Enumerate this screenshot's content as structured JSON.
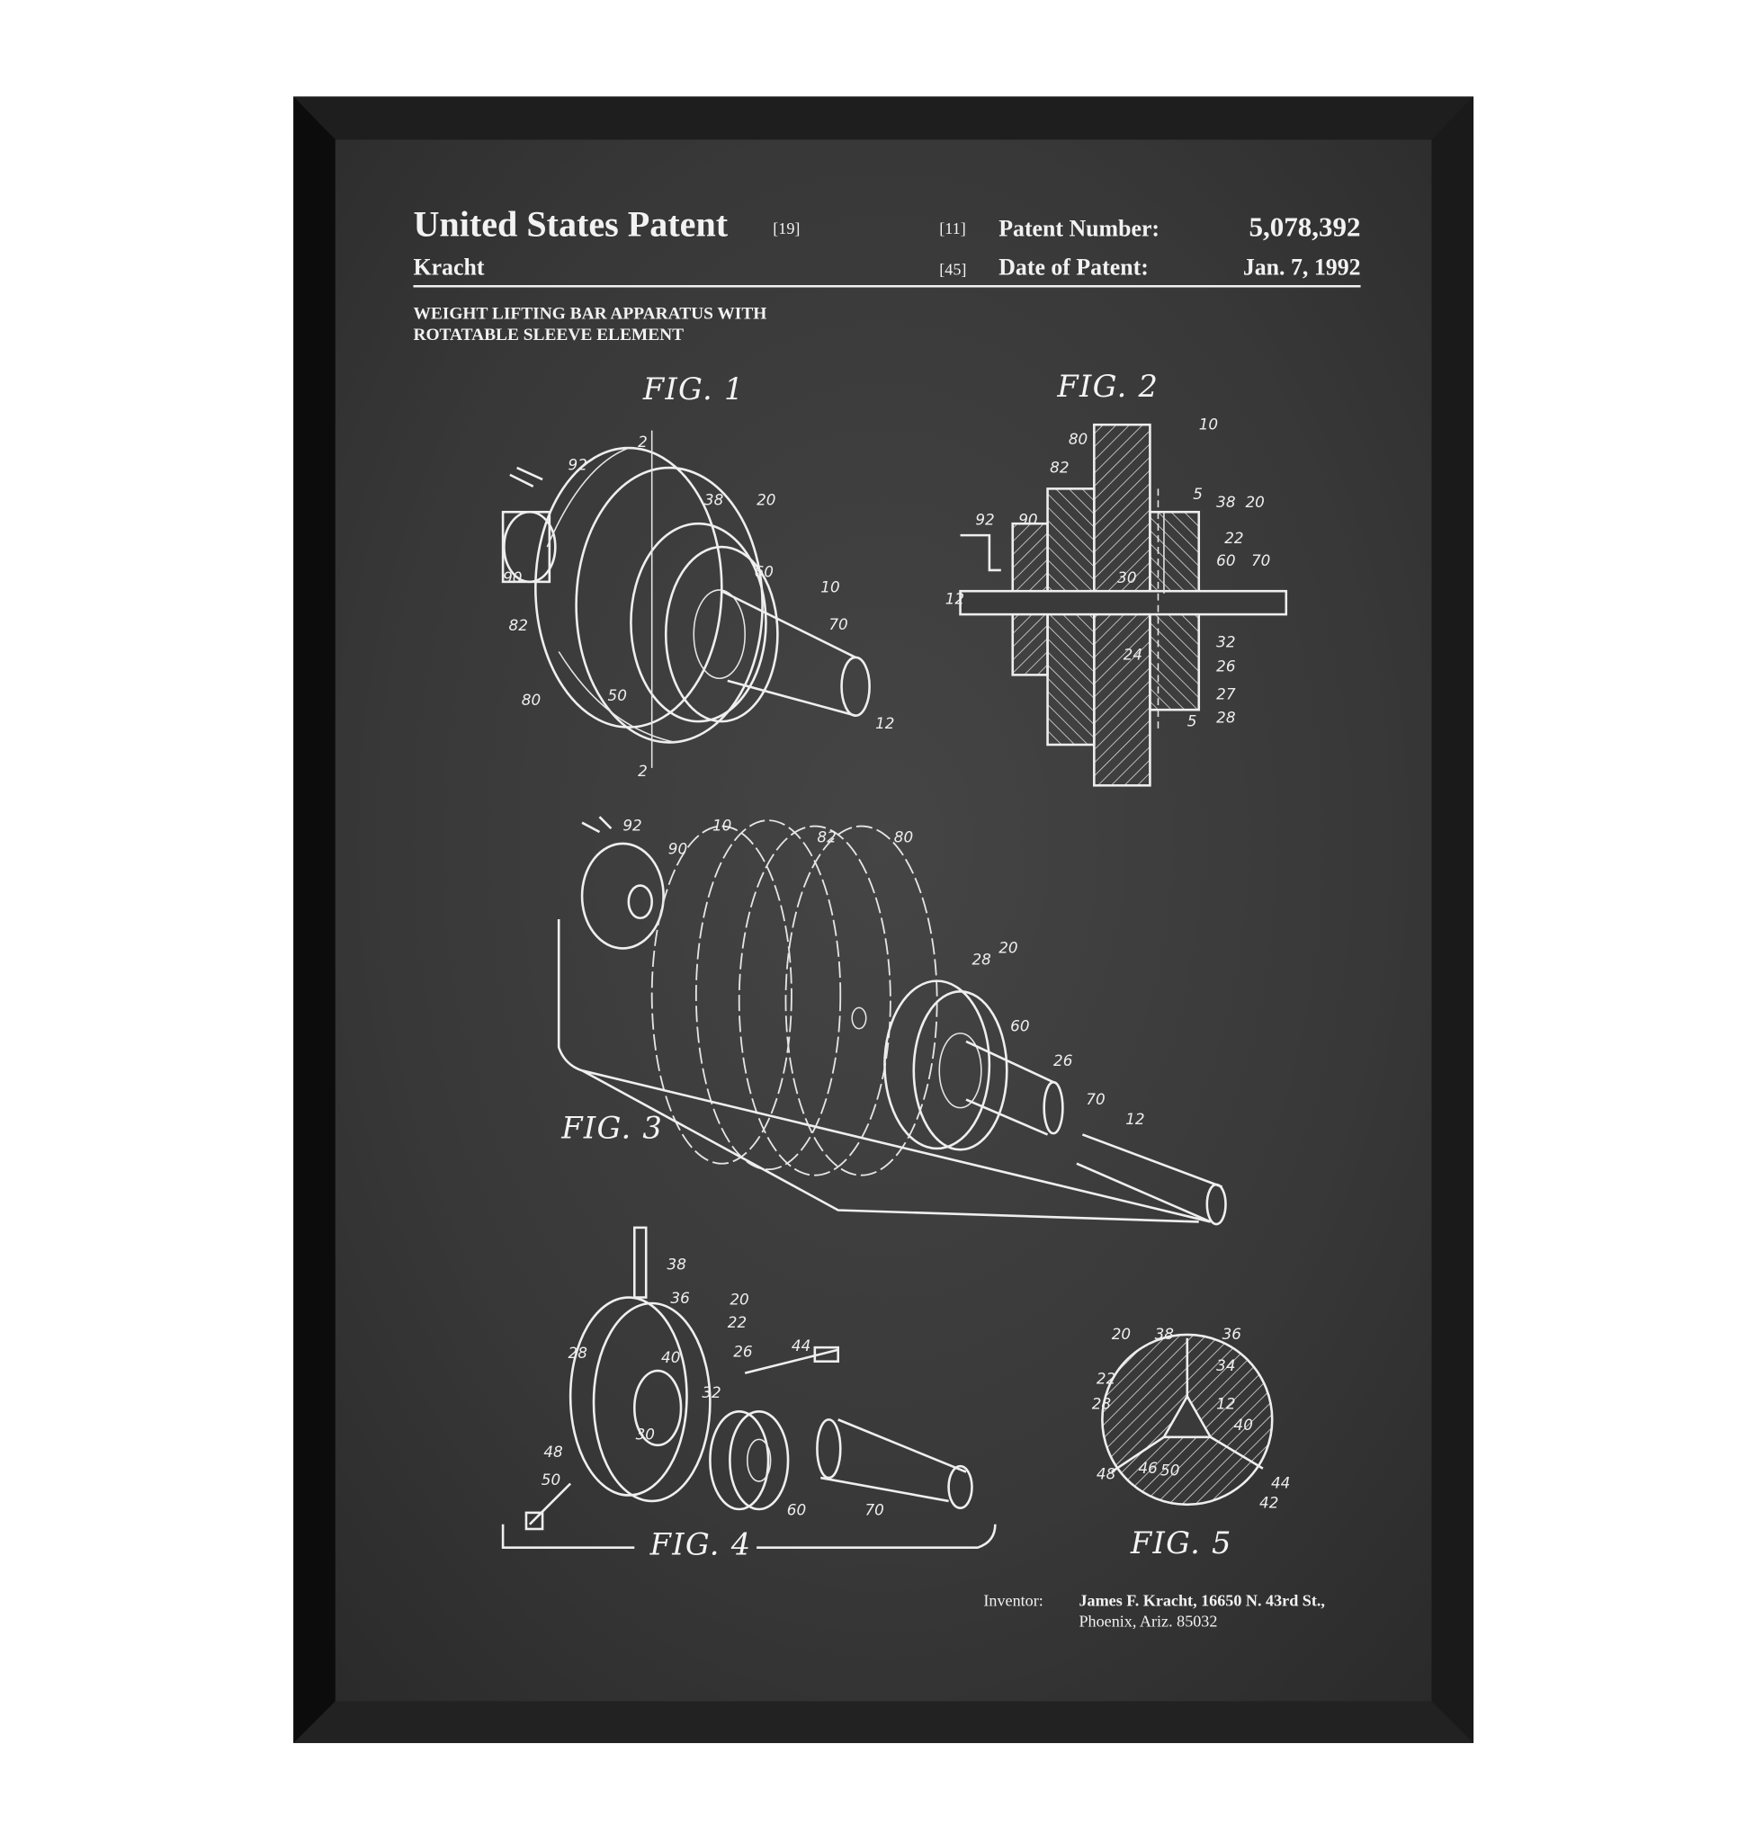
{
  "header": {
    "title": "United States Patent",
    "title_code": "[19]",
    "inventor_surname": "Kracht",
    "patent_number_code": "[11]",
    "patent_number_label": "Patent Number:",
    "patent_number": "5,078,392",
    "date_code": "[45]",
    "date_label": "Date of Patent:",
    "date": "Jan. 7, 1992",
    "subtitle_line1": "WEIGHT LIFTING BAR APPARATUS WITH",
    "subtitle_line2": "ROTATABLE SLEEVE ELEMENT"
  },
  "figures": {
    "fig1": {
      "label": "FIG. 1",
      "refs": [
        "2",
        "92",
        "38",
        "20",
        "60",
        "10",
        "70",
        "90",
        "82",
        "80",
        "50",
        "12",
        "2"
      ]
    },
    "fig2": {
      "label": "FIG. 2",
      "refs": [
        "80",
        "10",
        "82",
        "5",
        "38",
        "20",
        "92",
        "90",
        "22",
        "60",
        "70",
        "30",
        "12",
        "32",
        "24",
        "26",
        "27",
        "5",
        "28"
      ]
    },
    "fig3": {
      "label": "FIG. 3",
      "refs": [
        "92",
        "10",
        "90",
        "82",
        "80",
        "28",
        "20",
        "60",
        "26",
        "70",
        "12"
      ]
    },
    "fig4": {
      "label": "FIG. 4",
      "refs": [
        "38",
        "36",
        "20",
        "22",
        "28",
        "26",
        "40",
        "44",
        "32",
        "30",
        "48",
        "50",
        "60",
        "70"
      ]
    },
    "fig5": {
      "label": "FIG. 5",
      "refs": [
        "20",
        "38",
        "36",
        "34",
        "22",
        "12",
        "28",
        "40",
        "46",
        "50",
        "48",
        "44",
        "42"
      ]
    }
  },
  "inventor": {
    "label": "Inventor:",
    "line1": "James F. Kracht, 16650 N. 43rd St.,",
    "line2": "Phoenix, Ariz. 85032"
  },
  "colors": {
    "board": "#3a3a3a",
    "frame": "#141414",
    "chalk": "#f2f2f2"
  }
}
